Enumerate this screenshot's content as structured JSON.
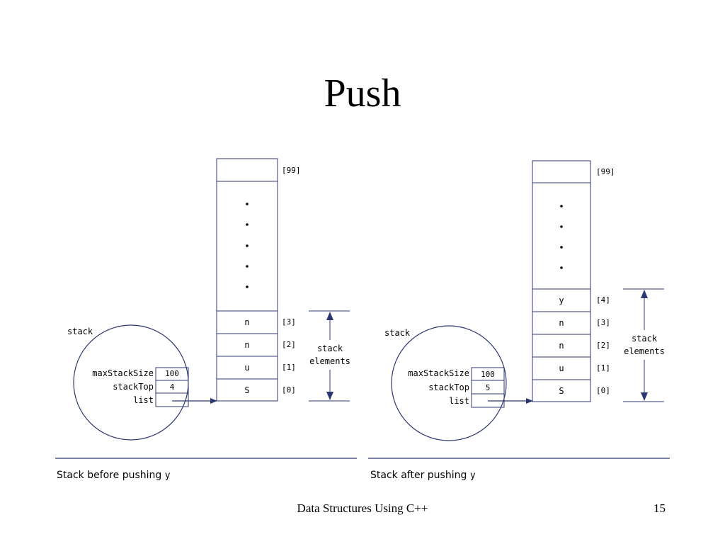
{
  "slide": {
    "title": "Push",
    "footer": "Data Structures Using C++",
    "page_number": "15"
  },
  "colors": {
    "diagram": "#2b3770",
    "text": "#000000"
  },
  "before": {
    "object_label": "stack",
    "fields": [
      {
        "name": "maxStackSize",
        "value": "100"
      },
      {
        "name": "stackTop",
        "value": "4"
      },
      {
        "name": "list",
        "value": ""
      }
    ],
    "top_index_label": "[99]",
    "cells": [
      {
        "value": "n",
        "index": "[3]"
      },
      {
        "value": "n",
        "index": "[2]"
      },
      {
        "value": "u",
        "index": "[1]"
      },
      {
        "value": "S",
        "index": "[0]"
      }
    ],
    "bracket_label": [
      "stack",
      "elements"
    ],
    "caption_prefix": "Stack before pushing ",
    "caption_var": "y"
  },
  "after": {
    "object_label": "stack",
    "fields": [
      {
        "name": "maxStackSize",
        "value": "100"
      },
      {
        "name": "stackTop",
        "value": "5"
      },
      {
        "name": "list",
        "value": ""
      }
    ],
    "top_index_label": "[99]",
    "cells": [
      {
        "value": "y",
        "index": "[4]"
      },
      {
        "value": "n",
        "index": "[3]"
      },
      {
        "value": "n",
        "index": "[2]"
      },
      {
        "value": "u",
        "index": "[1]"
      },
      {
        "value": "S",
        "index": "[0]"
      }
    ],
    "bracket_label": [
      "stack",
      "elements"
    ],
    "caption_prefix": "Stack after pushing ",
    "caption_var": "y"
  }
}
